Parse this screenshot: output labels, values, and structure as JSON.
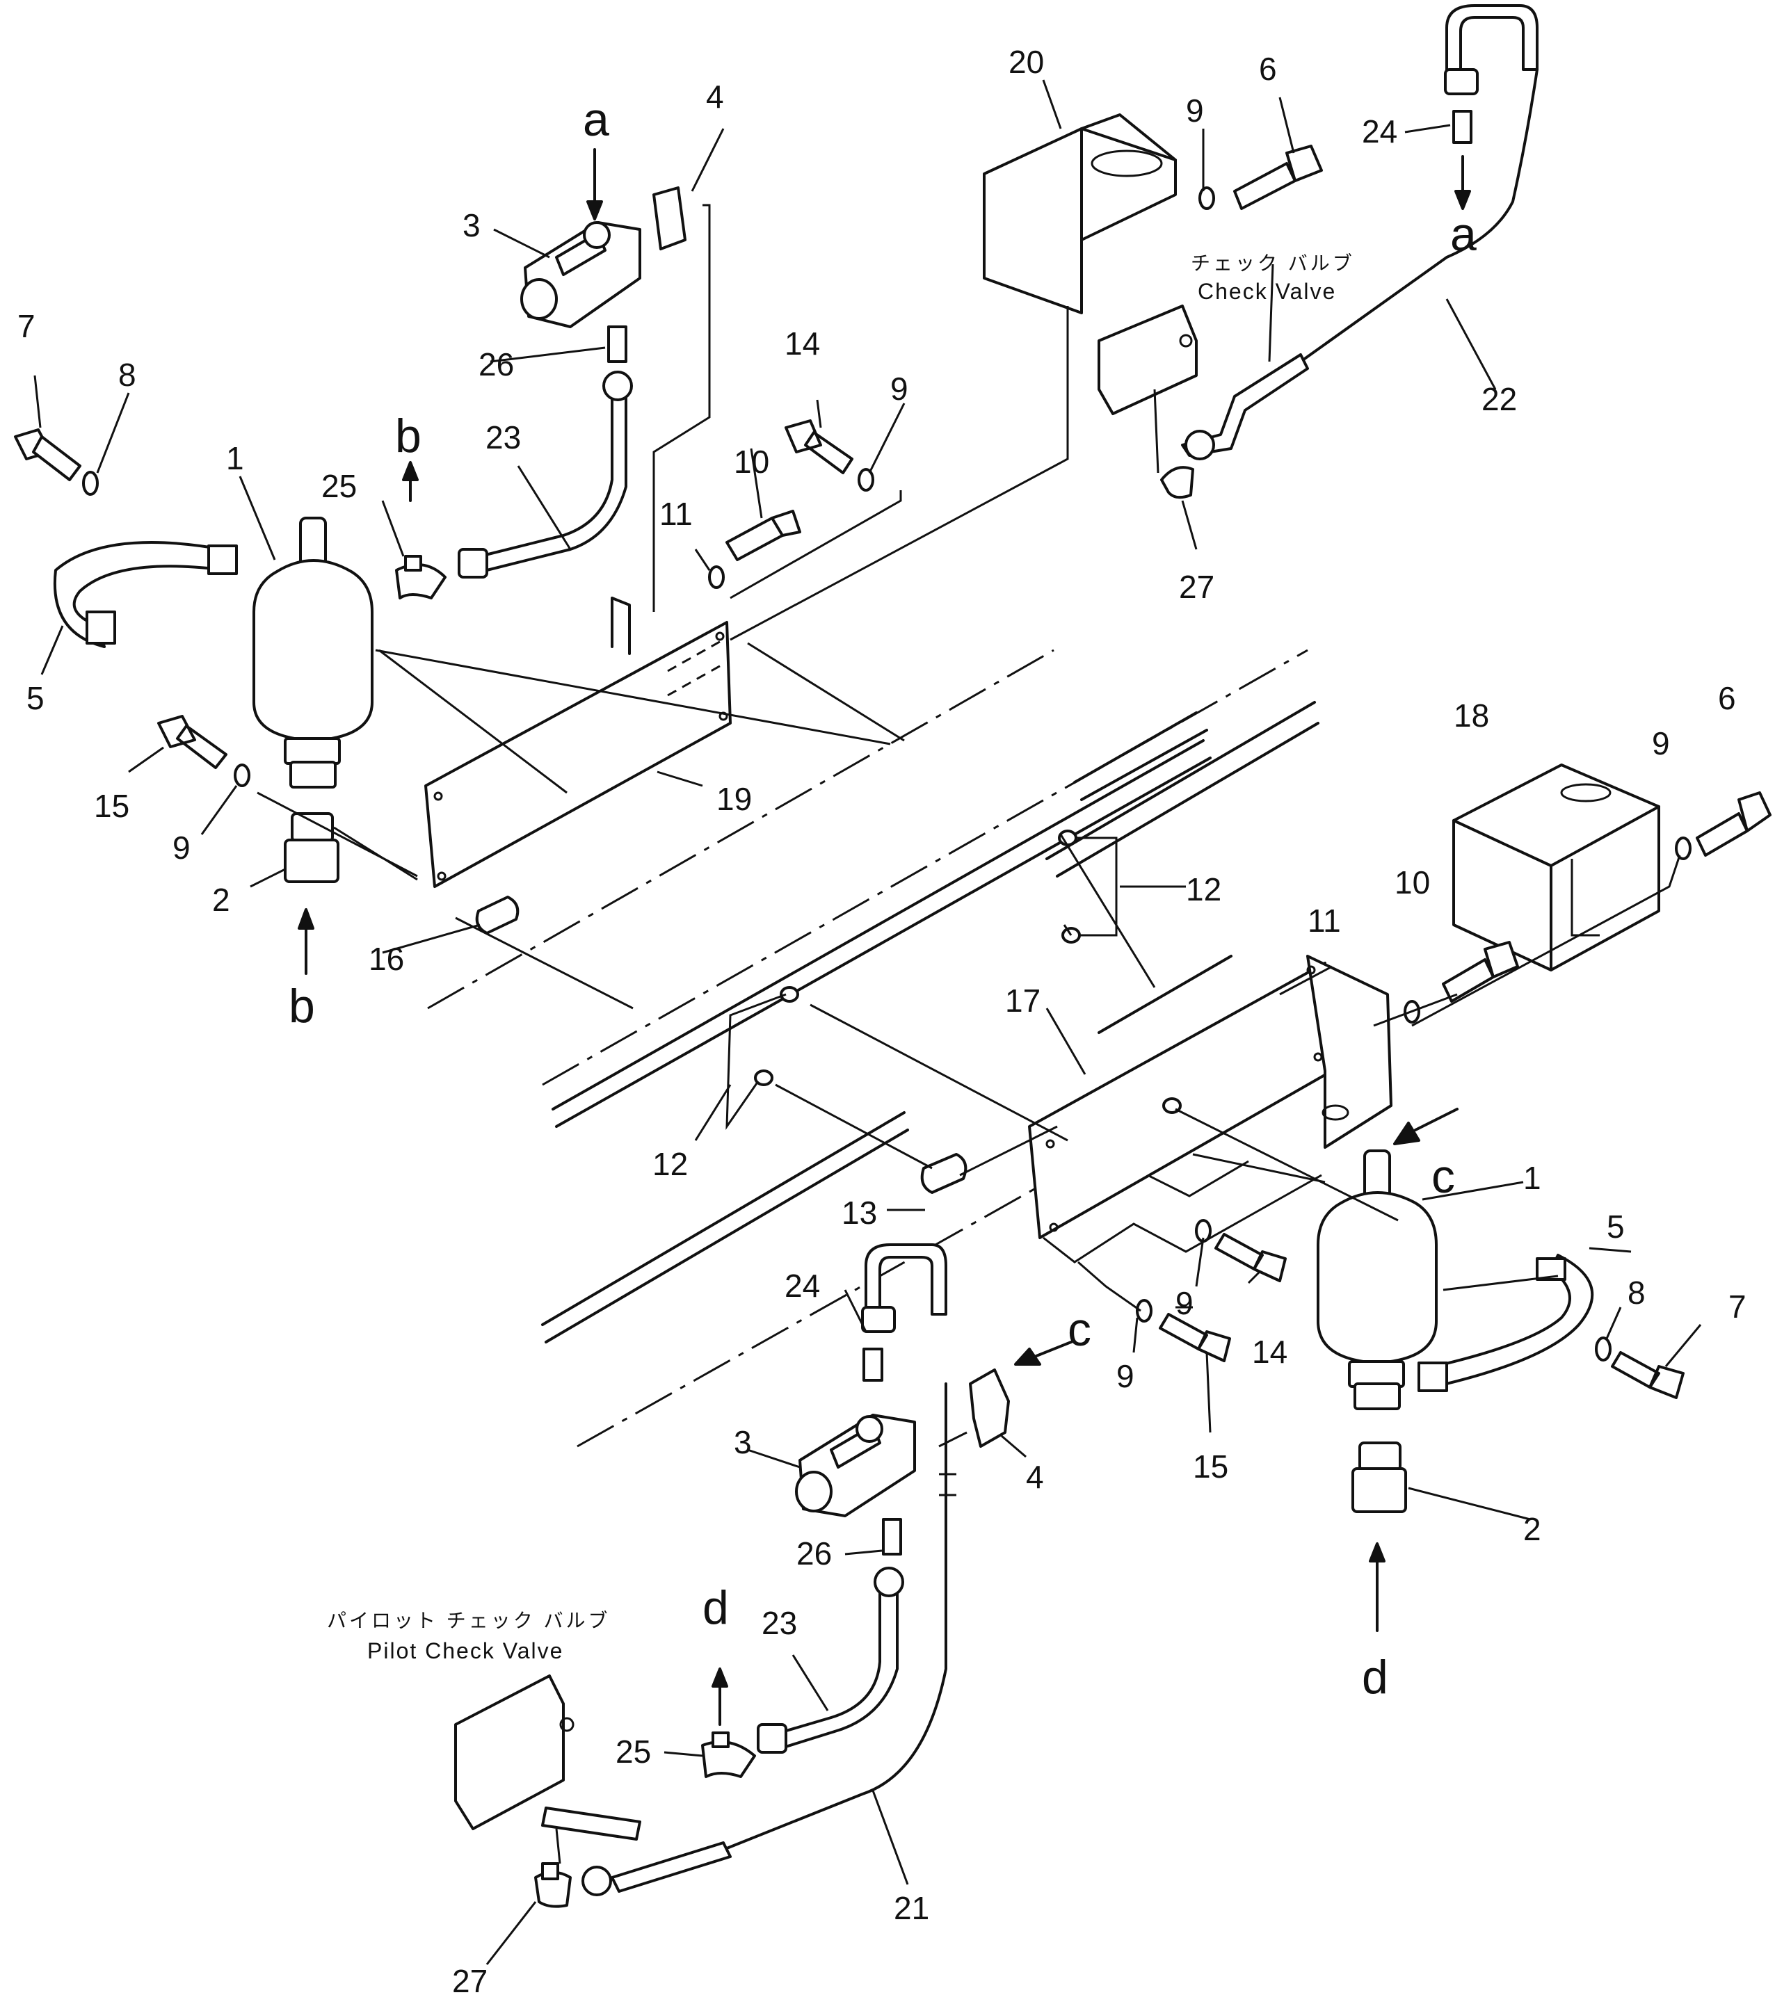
{
  "callouts": {
    "n1": "1",
    "n2": "2",
    "n3": "3",
    "n4": "4",
    "n5": "5",
    "n6": "6",
    "n7": "7",
    "n8": "8",
    "n9": "9",
    "n10": "10",
    "n11": "11",
    "n12": "12",
    "n13": "13",
    "n14": "14",
    "n15": "15",
    "n16": "16",
    "n17": "17",
    "n18": "18",
    "n19": "19",
    "n20": "20",
    "n21": "21",
    "n22": "22",
    "n23": "23",
    "n24": "24",
    "n25": "25",
    "n26": "26",
    "n27": "27"
  },
  "refs": {
    "a": "a",
    "b": "b",
    "c": "c",
    "d": "d"
  },
  "labels": {
    "check_valve_jp": "チェック バルブ",
    "check_valve_en": "Check Valve",
    "pilot_check_valve_jp": "パイロット チェック バルブ",
    "pilot_check_valve_en": "Pilot Check Valve"
  }
}
